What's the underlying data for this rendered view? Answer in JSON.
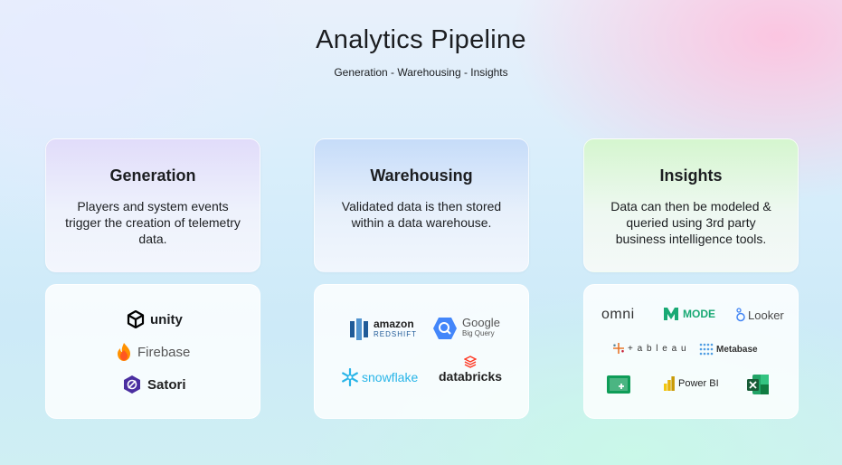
{
  "header": {
    "title": "Analytics Pipeline",
    "subtitle": "Generation - Warehousing - Insights"
  },
  "stages": [
    {
      "heading": "Generation",
      "description": "Players and system events trigger the creation of telemetry data.",
      "tools": [
        {
          "label": "unity",
          "icon": "unity-icon"
        },
        {
          "label": "Firebase",
          "icon": "firebase-icon"
        },
        {
          "label": "Satori",
          "icon": "satori-icon"
        }
      ]
    },
    {
      "heading": "Warehousing",
      "description": "Validated data is then stored within a data warehouse.",
      "tools": [
        {
          "label": "amazon",
          "sublabel": "REDSHIFT",
          "icon": "amazon-redshift-icon"
        },
        {
          "label": "Google",
          "sublabel": "Big Query",
          "icon": "google-bigquery-icon"
        },
        {
          "label": "snowflake",
          "icon": "snowflake-icon"
        },
        {
          "label": "databricks",
          "icon": "databricks-icon"
        }
      ]
    },
    {
      "heading": "Insights",
      "description": "Data can then be modeled & queried using 3rd party business intelligence tools.",
      "tools": [
        {
          "label": "omni",
          "icon": "omni-icon"
        },
        {
          "label": "MODE",
          "icon": "mode-icon"
        },
        {
          "label": "Looker",
          "icon": "looker-icon"
        },
        {
          "label": "+ a b l e a u",
          "icon": "tableau-icon"
        },
        {
          "label": "Metabase",
          "icon": "metabase-icon"
        },
        {
          "label": "",
          "icon": "google-sheets-icon"
        },
        {
          "label": "Power BI",
          "icon": "power-bi-icon"
        },
        {
          "label": "",
          "icon": "excel-icon"
        }
      ]
    }
  ],
  "colors": {
    "unity": "#000000",
    "firebase": "#ffa000",
    "satori": "#4a2ea0",
    "redshift": "#205b98",
    "bigquery": "#4386fa",
    "snowflake": "#29b5e8",
    "databricks": "#ff3621",
    "mode": "#19a974",
    "tableau": "#e8762b",
    "sheets": "#0f9d58",
    "powerbi": "#f2c811",
    "excel": "#1d6f42"
  }
}
